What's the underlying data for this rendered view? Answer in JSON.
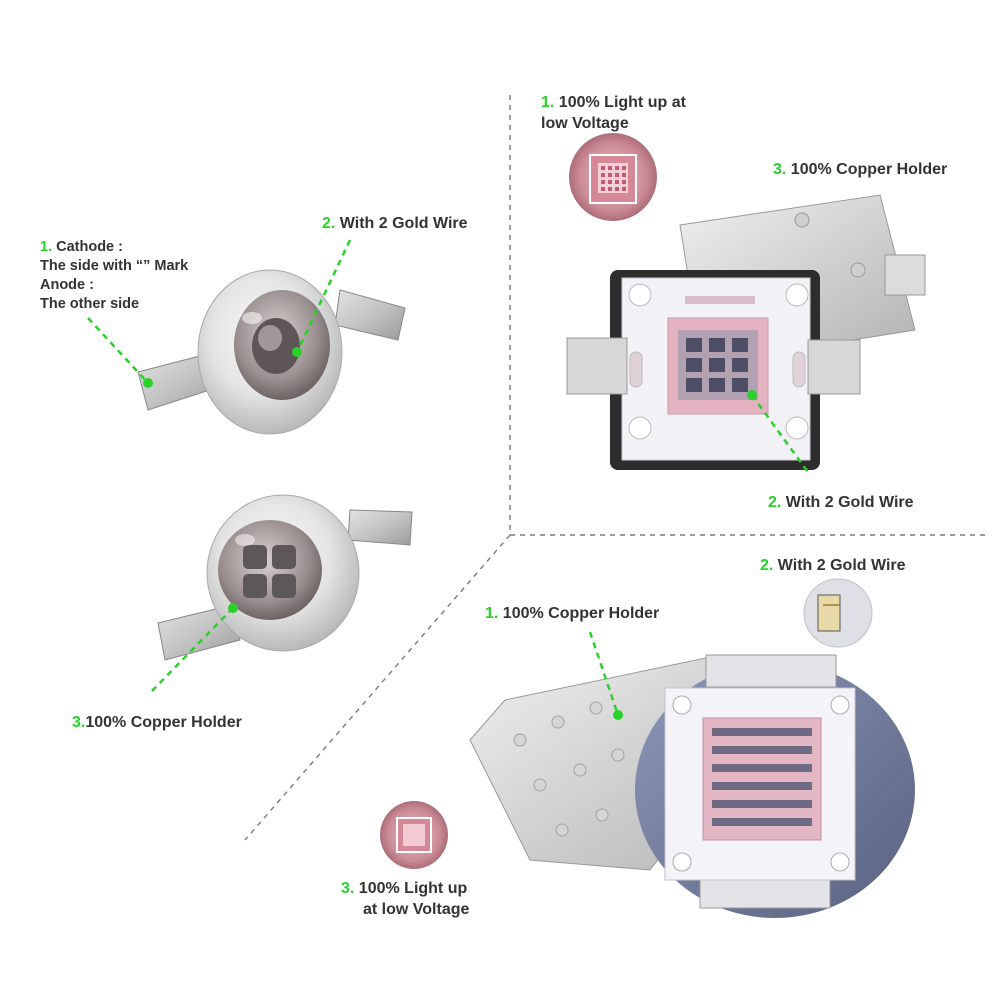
{
  "colors": {
    "accent_green": "#2bd12b",
    "text": "#333333",
    "divider": "#7a7a7a"
  },
  "annotations": {
    "small_led": {
      "cathode": {
        "num": "1.",
        "title": "Cathode :",
        "line2": "The side with “” Mark",
        "line3": "Anode :",
        "line4": "The other side"
      },
      "gold_wire": {
        "num": "2.",
        "text": "With 2 Gold Wire"
      }
    },
    "small_led_4chip": {
      "copper": {
        "num": "3.",
        "text": "100% Copper Holder"
      }
    },
    "led_10w": {
      "light_up": {
        "num": "1.",
        "line1": "100% Light up at",
        "line2": "low Voltage"
      },
      "copper": {
        "num": "3.",
        "text": "100% Copper Holder"
      },
      "gold_wire": {
        "num": "2.",
        "text": "With 2 Gold Wire"
      }
    },
    "led_50w": {
      "gold_wire": {
        "num": "2.",
        "text": "With 2 Gold Wire"
      },
      "copper": {
        "num": "1.",
        "text": "100% Copper Holder"
      },
      "light_up": {
        "num": "3.",
        "line1": "100% Light up",
        "line2": "at low Voltage"
      }
    }
  },
  "icons": [
    "led-1w-photo",
    "led-1w-4chip-photo",
    "led-10w-photo",
    "led-50w-photo",
    "lit-led-inset",
    "gold-wire-inset"
  ]
}
